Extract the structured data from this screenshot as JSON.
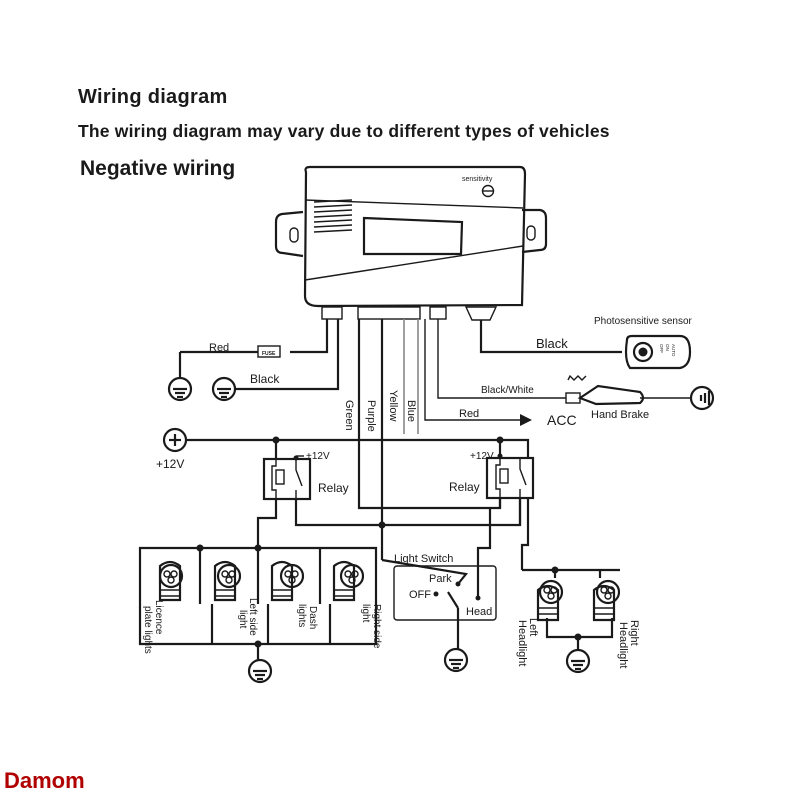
{
  "header": {
    "title": "Wiring diagram",
    "subtitle": "The wiring diagram may vary due to different types of vehicles",
    "section": "Negative wiring"
  },
  "module": {
    "sensitivity_label": "sensitivity"
  },
  "labels": {
    "red_top": "Red",
    "fuse": "FUSE",
    "black_left": "Black",
    "green": "Green",
    "purple": "Purple",
    "yellow": "Yellow",
    "blue": "Blue",
    "black_sensor": "Black",
    "photosensor": "Photosensitive sensor",
    "black_white": "Black/White",
    "hand_brake": "Hand Brake",
    "red_acc": "Red",
    "acc": "ACC",
    "plus12v": "+12V",
    "relay_plus_left": "+12V",
    "relay_plus_right": "+12V",
    "relay_left": "Relay",
    "relay_right": "Relay",
    "light_switch": "Light Switch",
    "park": "Park",
    "off": "OFF",
    "head": "Head",
    "licence": "Licence plate lights",
    "licence_1": "Licence",
    "licence_2": "plate lights",
    "left_side_1": "Left side",
    "left_side_2": "light",
    "dash_1": "Dash",
    "dash_2": "lights",
    "right_side_1": "Right side",
    "right_side_2": "light",
    "left_head_1": "Left",
    "left_head_2": "Headlight",
    "right_head_1": "Right",
    "right_head_2": "Headlight"
  },
  "sensor_marks": {
    "auto": "AUTO",
    "on": "ON",
    "off": "OFF"
  },
  "watermark": "Damom"
}
